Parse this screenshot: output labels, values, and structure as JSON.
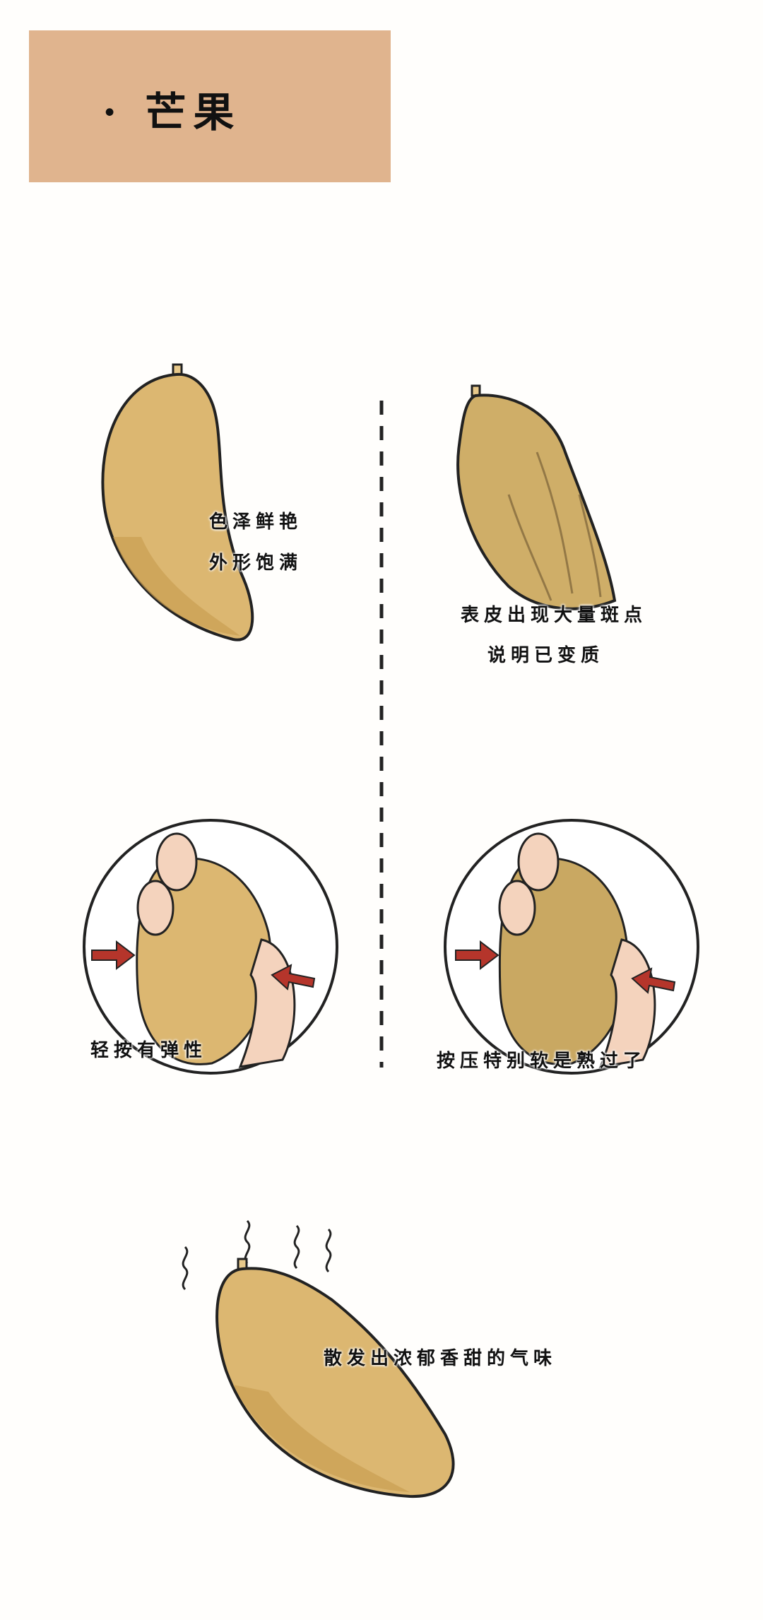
{
  "header": {
    "title": "· 芒果",
    "bg_color": "#e0b48e"
  },
  "good_look": {
    "line1": "色泽鲜艳",
    "line2": "外形饱满"
  },
  "bad_look": {
    "line1": "表皮出现大量斑点",
    "line2": "说明已变质"
  },
  "good_press": {
    "label": "轻按有弹性"
  },
  "bad_press": {
    "label": "按压特别软是熟过了"
  },
  "smell": {
    "label": "散发出浓郁香甜的气味"
  },
  "colors": {
    "mango": "#dcb771",
    "mango_shadow": "#c99e52",
    "spoiled": "#cfae68",
    "arrow": "#b5352b",
    "skin": "#f4d3bd"
  }
}
